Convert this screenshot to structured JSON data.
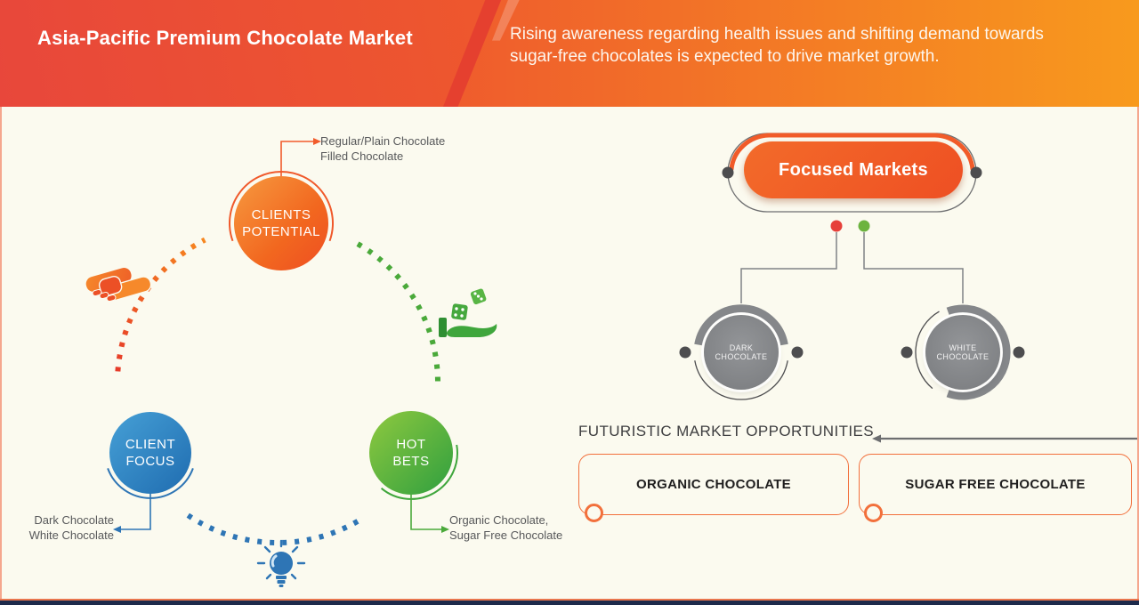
{
  "header": {
    "title": "Asia-Pacific Premium Chocolate Market",
    "description": "Rising awareness regarding health issues and shifting demand towards sugar-free chocolates is expected to drive market growth."
  },
  "cycle": {
    "nodes": [
      {
        "id": "clients-potential",
        "lines": [
          "CLIENTS",
          "POTENTIAL"
        ],
        "color": "#f15a29",
        "icon": "handshake-icon",
        "annotation": [
          "Regular/Plain Chocolate",
          "Filled Chocolate"
        ]
      },
      {
        "id": "client-focus",
        "lines": [
          "CLIENT",
          "FOCUS"
        ],
        "color": "#2e75b5",
        "icon": "lightbulb-icon",
        "annotation": [
          "Dark Chocolate",
          "White Chocolate"
        ]
      },
      {
        "id": "hot-bets",
        "lines": [
          "HOT",
          "BETS"
        ],
        "color": "#3fa63c",
        "icon": "dice-hand-icon",
        "annotation": [
          "Organic Chocolate,",
          "Sugar Free Chocolate"
        ]
      }
    ]
  },
  "focused_markets": {
    "title": "Focused Markets",
    "legend_dot_colors": [
      "#e6403a",
      "#6cb33f"
    ],
    "children": [
      {
        "label": "DARK CHOCOLATE"
      },
      {
        "label": "WHITE CHOCOLATE"
      }
    ]
  },
  "opportunities": {
    "heading": "FUTURISTIC MARKET OPPORTUNITIES",
    "items": [
      {
        "label": "ORGANIC CHOCOLATE"
      },
      {
        "label": "SUGAR FREE CHOCOLATE"
      }
    ]
  },
  "colors": {
    "header_gradient_start": "#e8473b",
    "header_gradient_end": "#f89a1d",
    "background_cream": "#fbfaef",
    "frame_salmon": "#f5a78e",
    "navy_bar": "#1d2a4b",
    "accent_orange": "#f15a29",
    "accent_blue": "#2e75b5",
    "accent_green": "#3fa63c",
    "node_gray": "#808285",
    "red_dot": "#e6403a",
    "green_dot": "#6cb33f"
  }
}
